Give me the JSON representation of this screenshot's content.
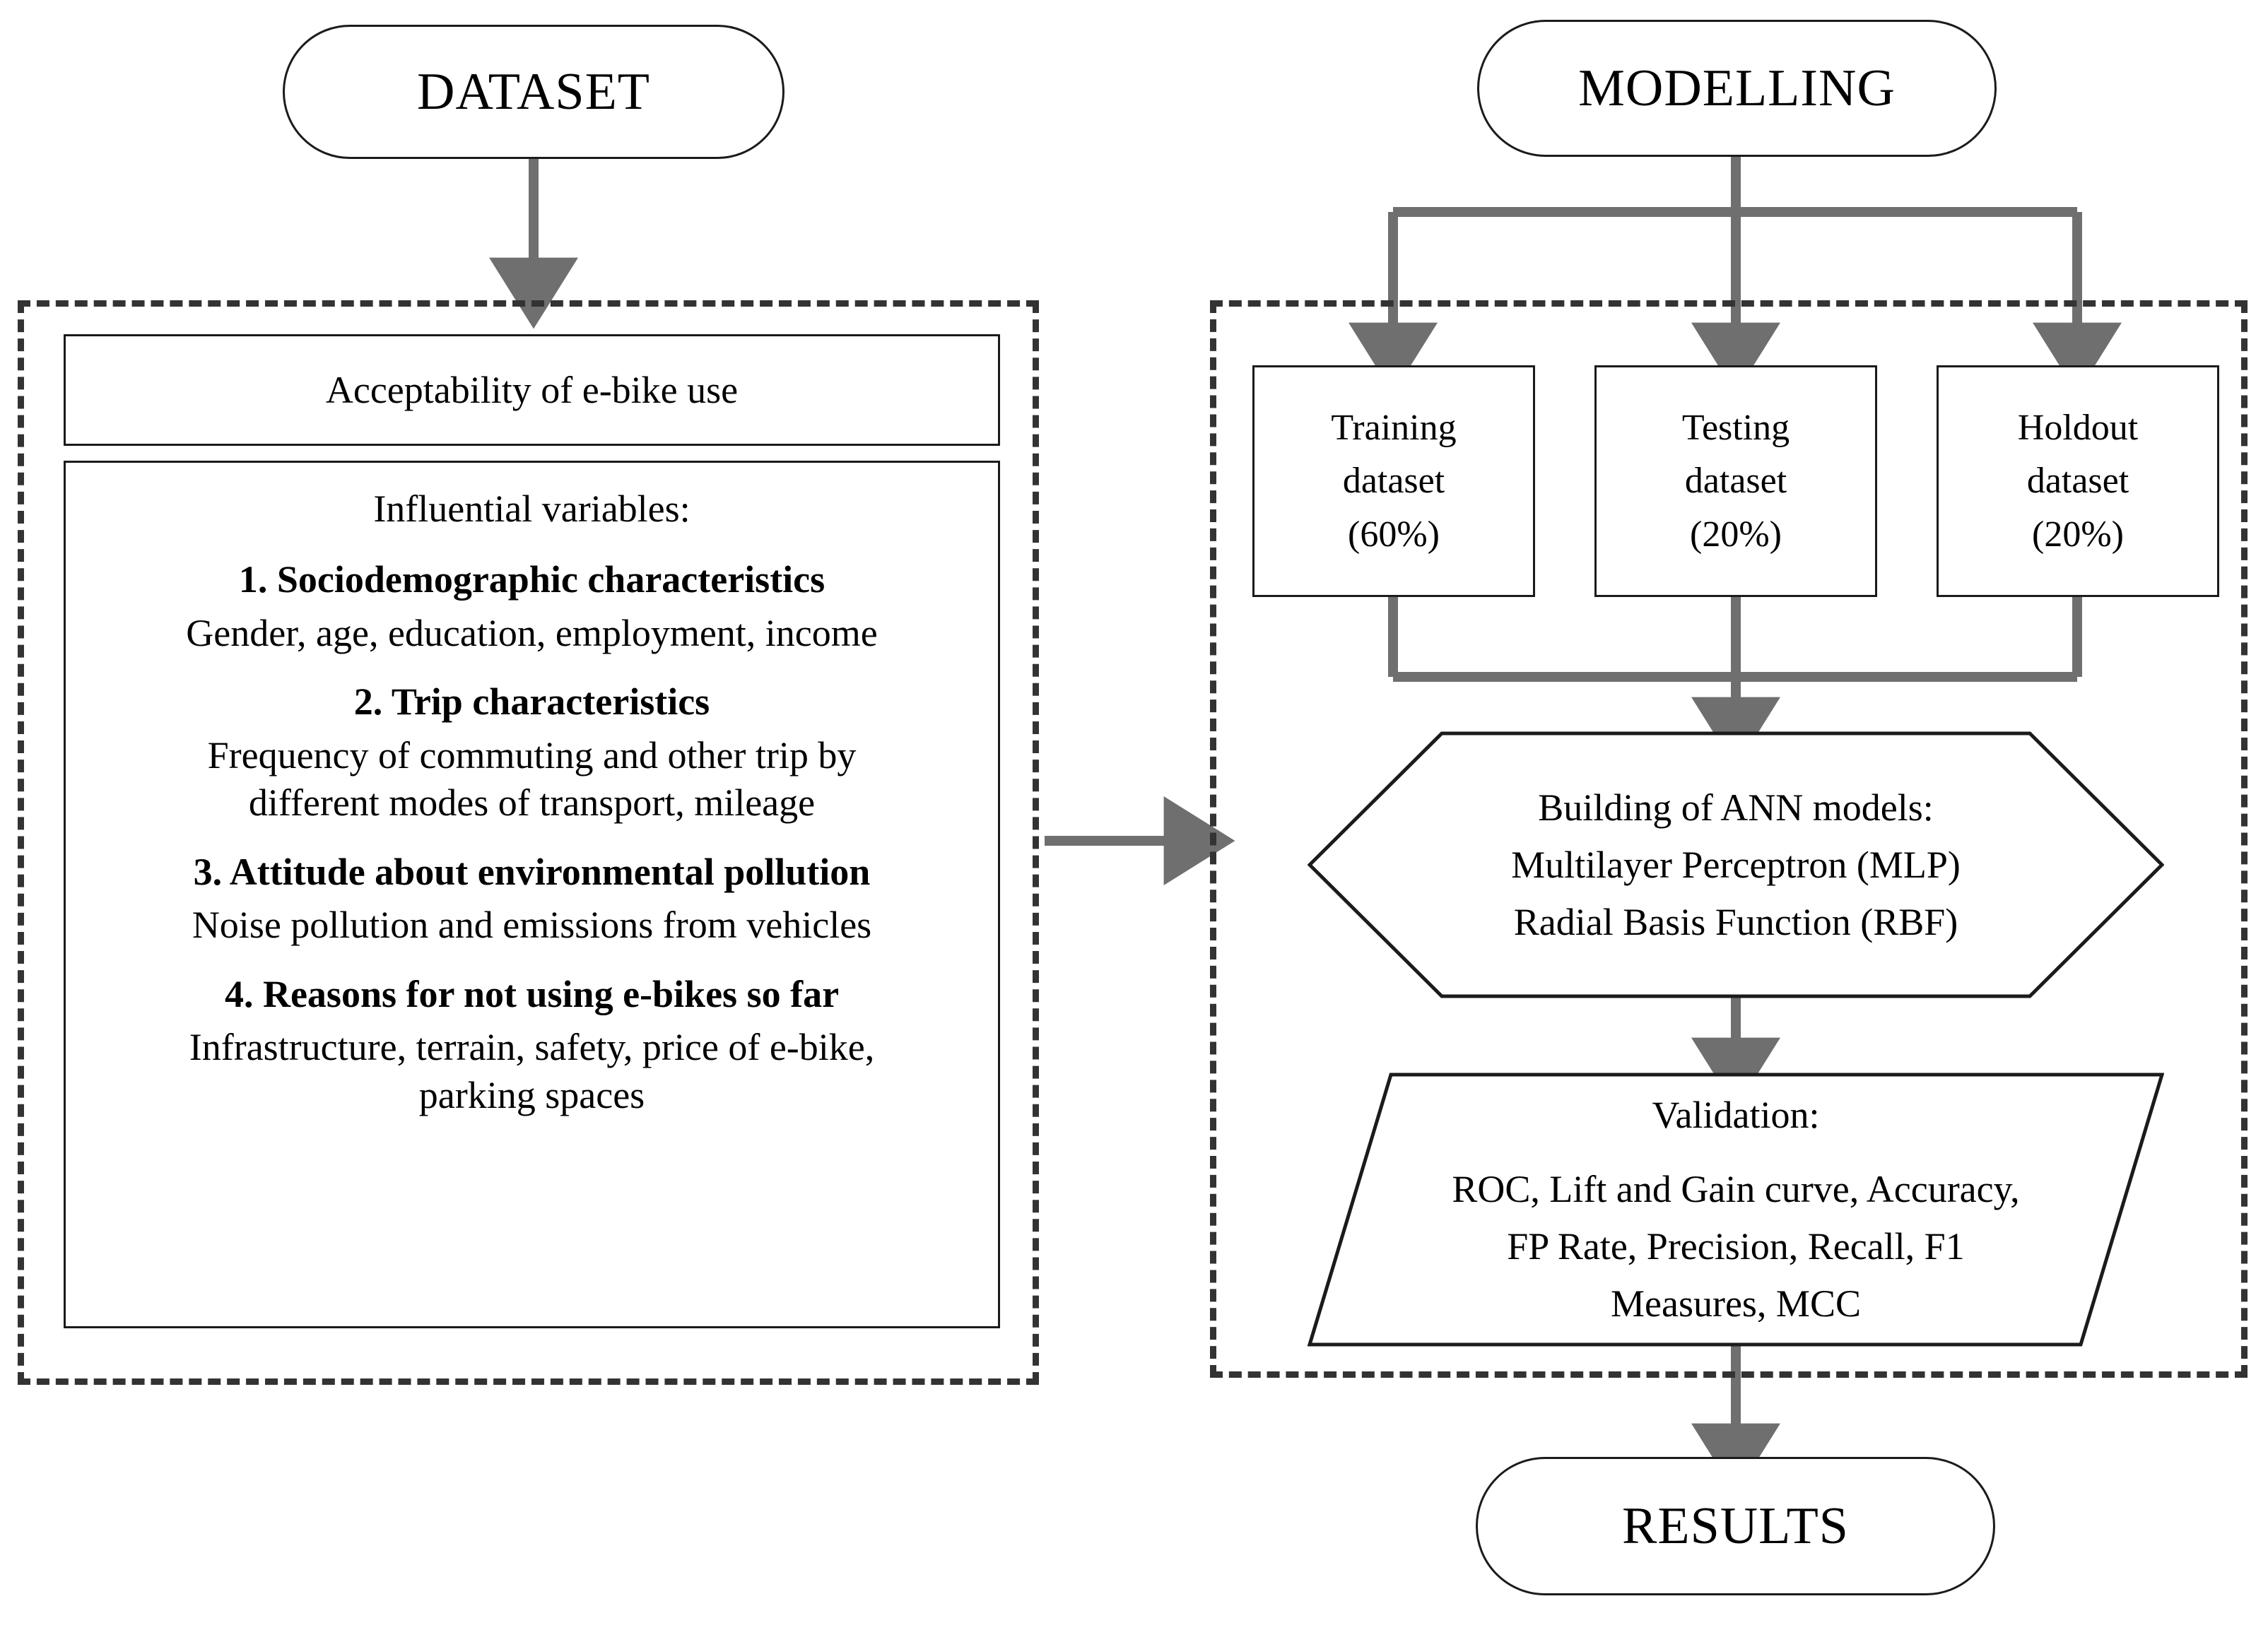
{
  "diagram": {
    "title_left": "DATASET",
    "title_right": "MODELLING",
    "result": "RESULTS",
    "accent_line": "#6f6f6f",
    "border_color": "#1b1b1b",
    "dash_color": "#333333"
  },
  "dataset": {
    "target_box": "Acceptability of e-bike use",
    "variables_heading": "Influential variables:",
    "variables": [
      {
        "title": "1. Sociodemographic characteristics",
        "body": "Gender, age, education, employment, income"
      },
      {
        "title": "2. Trip characteristics",
        "body_line1": "Frequency of commuting and other trip by",
        "body_line2": "different modes of transport, mileage"
      },
      {
        "title": "3. Attitude about environmental pollution",
        "body": "Noise pollution and emissions from vehicles"
      },
      {
        "title": "4. Reasons for not using e-bikes so far",
        "body_line1": "Infrastructure, terrain, safety, price of e-bike,",
        "body_line2": "parking spaces"
      }
    ]
  },
  "modelling": {
    "splits": [
      {
        "name_line1": "Training",
        "name_line2": "dataset",
        "share": "(60%)"
      },
      {
        "name_line1": "Testing",
        "name_line2": "dataset",
        "share": "(20%)"
      },
      {
        "name_line1": "Holdout",
        "name_line2": "dataset",
        "share": "(20%)"
      }
    ],
    "build": {
      "line1": "Building of ANN models:",
      "line2": "Multilayer Perceptron (MLP)",
      "line3": "Radial Basis Function (RBF)"
    },
    "validation": {
      "line1": "Validation:",
      "line2": "ROC, Lift and Gain curve, Accuracy,",
      "line3": "FP Rate, Precision, Recall, F1",
      "line4": "Measures, MCC"
    }
  }
}
